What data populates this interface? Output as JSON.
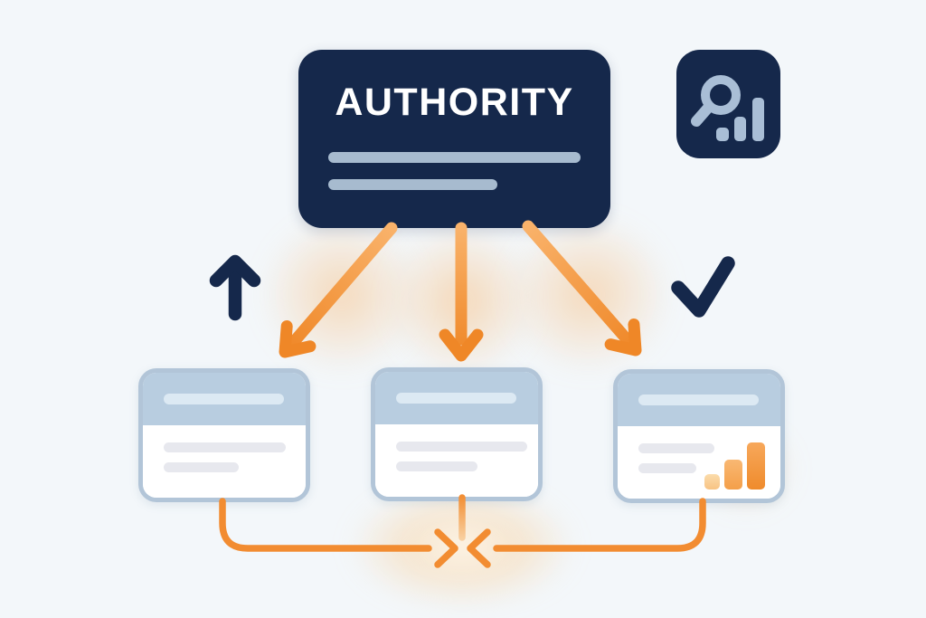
{
  "authority_card": {
    "title": "AUTHORITY",
    "placeholder_line_count": 2
  },
  "badge": {
    "icon": "search-analytics-icon",
    "glyphs": [
      "magnifier",
      "ascending-bar-chart"
    ]
  },
  "indicators": {
    "left": "arrow-up-icon",
    "right": "checkmark-icon"
  },
  "flow": {
    "top_arrows": 3,
    "bottom_connectors": 3,
    "direction": "authority-to-cards-to-center"
  },
  "cards": [
    {
      "id": 1,
      "header_lines": 1,
      "body_lines": 2,
      "has_bar_chart": false
    },
    {
      "id": 2,
      "header_lines": 1,
      "body_lines": 2,
      "has_bar_chart": false
    },
    {
      "id": 3,
      "header_lines": 1,
      "body_lines": 2,
      "has_bar_chart": true,
      "bar_chart": {
        "bars": 3,
        "trend": "ascending"
      }
    }
  ],
  "colors": {
    "background": "#f3f7fa",
    "navy": "#15284b",
    "orange": "#f28c31",
    "orange_light": "#f9b26a",
    "orange_dark": "#ef8727",
    "card_border": "#b2c5d8",
    "card_header_fill": "#b8cde0",
    "card_header_pill": "#dce9f3",
    "card_body_line": "#e7e8ee",
    "authority_line": "#a7bbcf",
    "badge_glyph": "#a9bed6"
  }
}
